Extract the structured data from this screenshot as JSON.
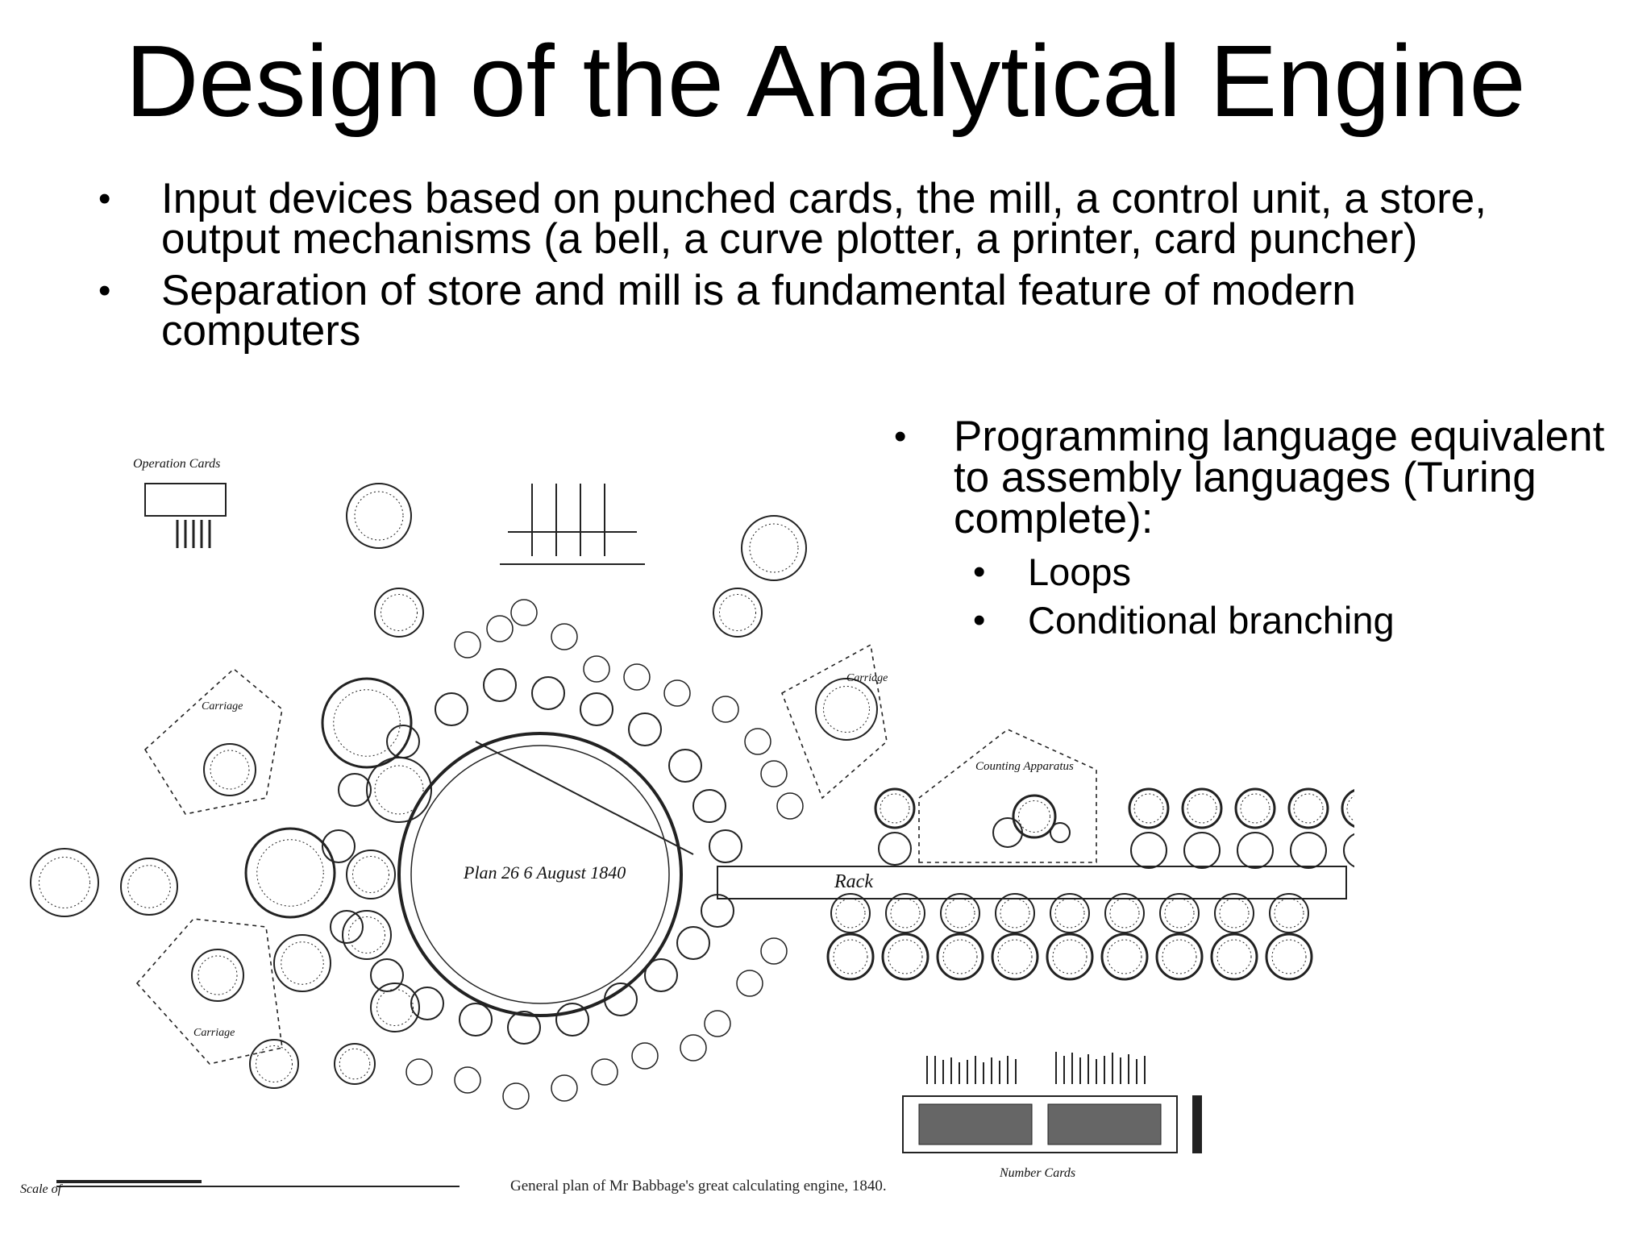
{
  "slide": {
    "title": "Design of the Analytical Engine",
    "bullets": [
      "Input devices based on punched cards, the mill, a control unit, a store, output mechanisms (a bell, a curve plotter, a printer, card puncher)",
      "Separation of store and mill is a fundamental feature of modern computers"
    ],
    "side_bullet": {
      "text": "Programming language equivalent to assembly languages (Turing complete):",
      "sub_items": [
        "Loops",
        "Conditional branching"
      ]
    },
    "bullet_glyph": "•"
  },
  "figure": {
    "caption": "General plan of Mr Babbage's great calculating engine, 1840.",
    "plan_label": "Plan 26 6 August 1840",
    "rack_label": "Rack",
    "operation_cards_label": "Operation Cards",
    "number_cards_label": "Number Cards",
    "counting_label": "Counting Apparatus",
    "carriage_label": "Carriage",
    "scale_label": "Scale of"
  },
  "colors": {
    "text": "#000000",
    "background": "#ffffff",
    "line_art": "#222222"
  }
}
